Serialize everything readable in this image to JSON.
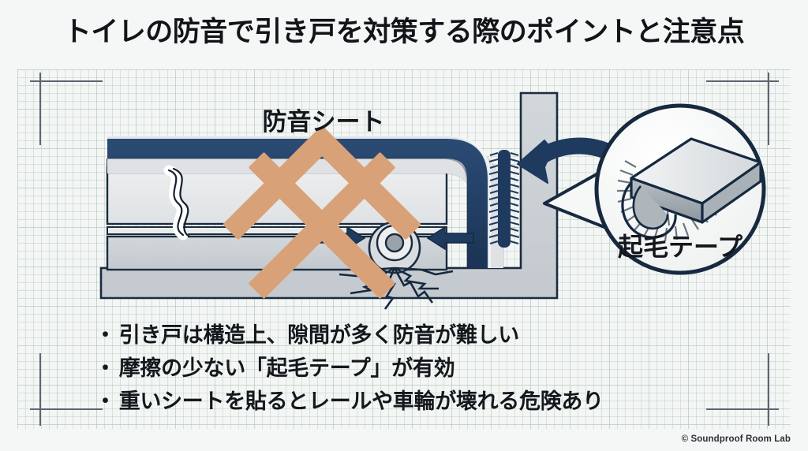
{
  "title": "トイレの防音で引き戸を対策する際のポイントと注意点",
  "diagram": {
    "sheet_label": "防音シート",
    "callout_label": "起毛テープ",
    "colors": {
      "navy": "#1f3a5f",
      "navy_dark": "#16293f",
      "tape_tan": "#d9a178",
      "panel_gray": "#c9ced3",
      "light_gray": "#e3e5e6",
      "outline": "#1b2b3f",
      "grid": "#b0c4ba",
      "paper": "#f3f6f4"
    },
    "elements": [
      "soundproof-sheet-band",
      "door-layers",
      "break-squiggle",
      "red-x-mark",
      "door-edge-curve",
      "napped-tape-strip",
      "roller-wheel",
      "crack-lines",
      "pressure-arrow-left",
      "pressure-arrow-right",
      "curved-pointer-arrow",
      "callout-circle"
    ]
  },
  "bullets": [
    {
      "marker": "・",
      "text": "引き戸は構造上、隙間が多く防音が難しい"
    },
    {
      "marker": "・",
      "text": "摩擦の少ない「起毛テープ」が有効"
    },
    {
      "marker": "・",
      "text": "重いシートを貼るとレールや車輪が壊れる危険あり"
    }
  ],
  "footer": {
    "credit": "© Soundproof Room Lab"
  }
}
